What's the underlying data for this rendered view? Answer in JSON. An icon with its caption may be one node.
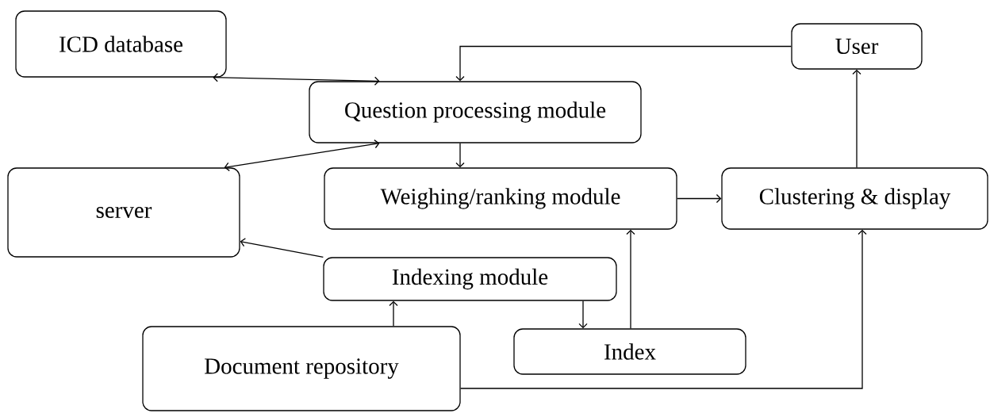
{
  "diagram": {
    "nodes": [
      {
        "text": [
          "ICD database"
        ]
      },
      {
        "text": [
          "User"
        ]
      },
      {
        "text": [
          "Question processing module"
        ]
      },
      {
        "text": [
          "server"
        ]
      },
      {
        "text": [
          "Weighing/ranking module"
        ]
      },
      {
        "text": [
          "Clustering & display"
        ]
      },
      {
        "text": [
          "Indexing module"
        ]
      },
      {
        "text": [
          "Index"
        ]
      },
      {
        "text": [
          "Document repository"
        ]
      }
    ],
    "edges": [
      {
        "from": 0,
        "to": 2,
        "arrow": "both"
      },
      {
        "from": 3,
        "to": 2,
        "arrow": "both"
      },
      {
        "from": 1,
        "to": 2,
        "arrow": "to"
      },
      {
        "from": 2,
        "to": 4,
        "arrow": "to"
      },
      {
        "from": 4,
        "to": 5,
        "arrow": "to"
      },
      {
        "from": 5,
        "to": 1,
        "arrow": "to"
      },
      {
        "from": 6,
        "to": 3,
        "arrow": "to"
      },
      {
        "from": 8,
        "to": 6,
        "arrow": "to"
      },
      {
        "from": 6,
        "to": 7,
        "arrow": "to"
      },
      {
        "from": 7,
        "to": 4,
        "arrow": "to"
      },
      {
        "from": 8,
        "to": 5,
        "arrow": "to"
      }
    ]
  }
}
